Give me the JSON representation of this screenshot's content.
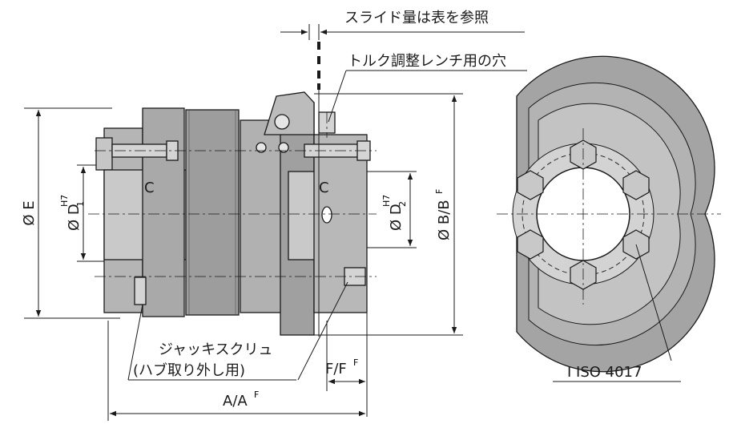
{
  "labels": {
    "slide_note": "スライド量は表を参照",
    "wrench_hole": "トルク調整レンチ用の穴",
    "jack_screw_line1": "ジャッキスクリュ",
    "jack_screw_line2": "(ハブ取り外し用)",
    "iso": "I ISO 4017"
  },
  "dimensions": {
    "phi_e": "Ø E",
    "phi_d1": "Ø D",
    "d1_sub": "1",
    "d1_sup": "H7",
    "phi_d2": "Ø D",
    "d2_sub": "2",
    "d2_sup": "H7",
    "phi_b": "Ø B/B",
    "b_sup": "F",
    "c_left": "C",
    "c_right": "C",
    "f": "F/F",
    "f_sup": "F",
    "a": "A/A",
    "a_sup": "F"
  },
  "colors": {
    "line": "#1a1a1a",
    "fill_light": "#bdbdbd",
    "fill_mid": "#a6a6a6",
    "fill_dark": "#8c8c8c"
  }
}
